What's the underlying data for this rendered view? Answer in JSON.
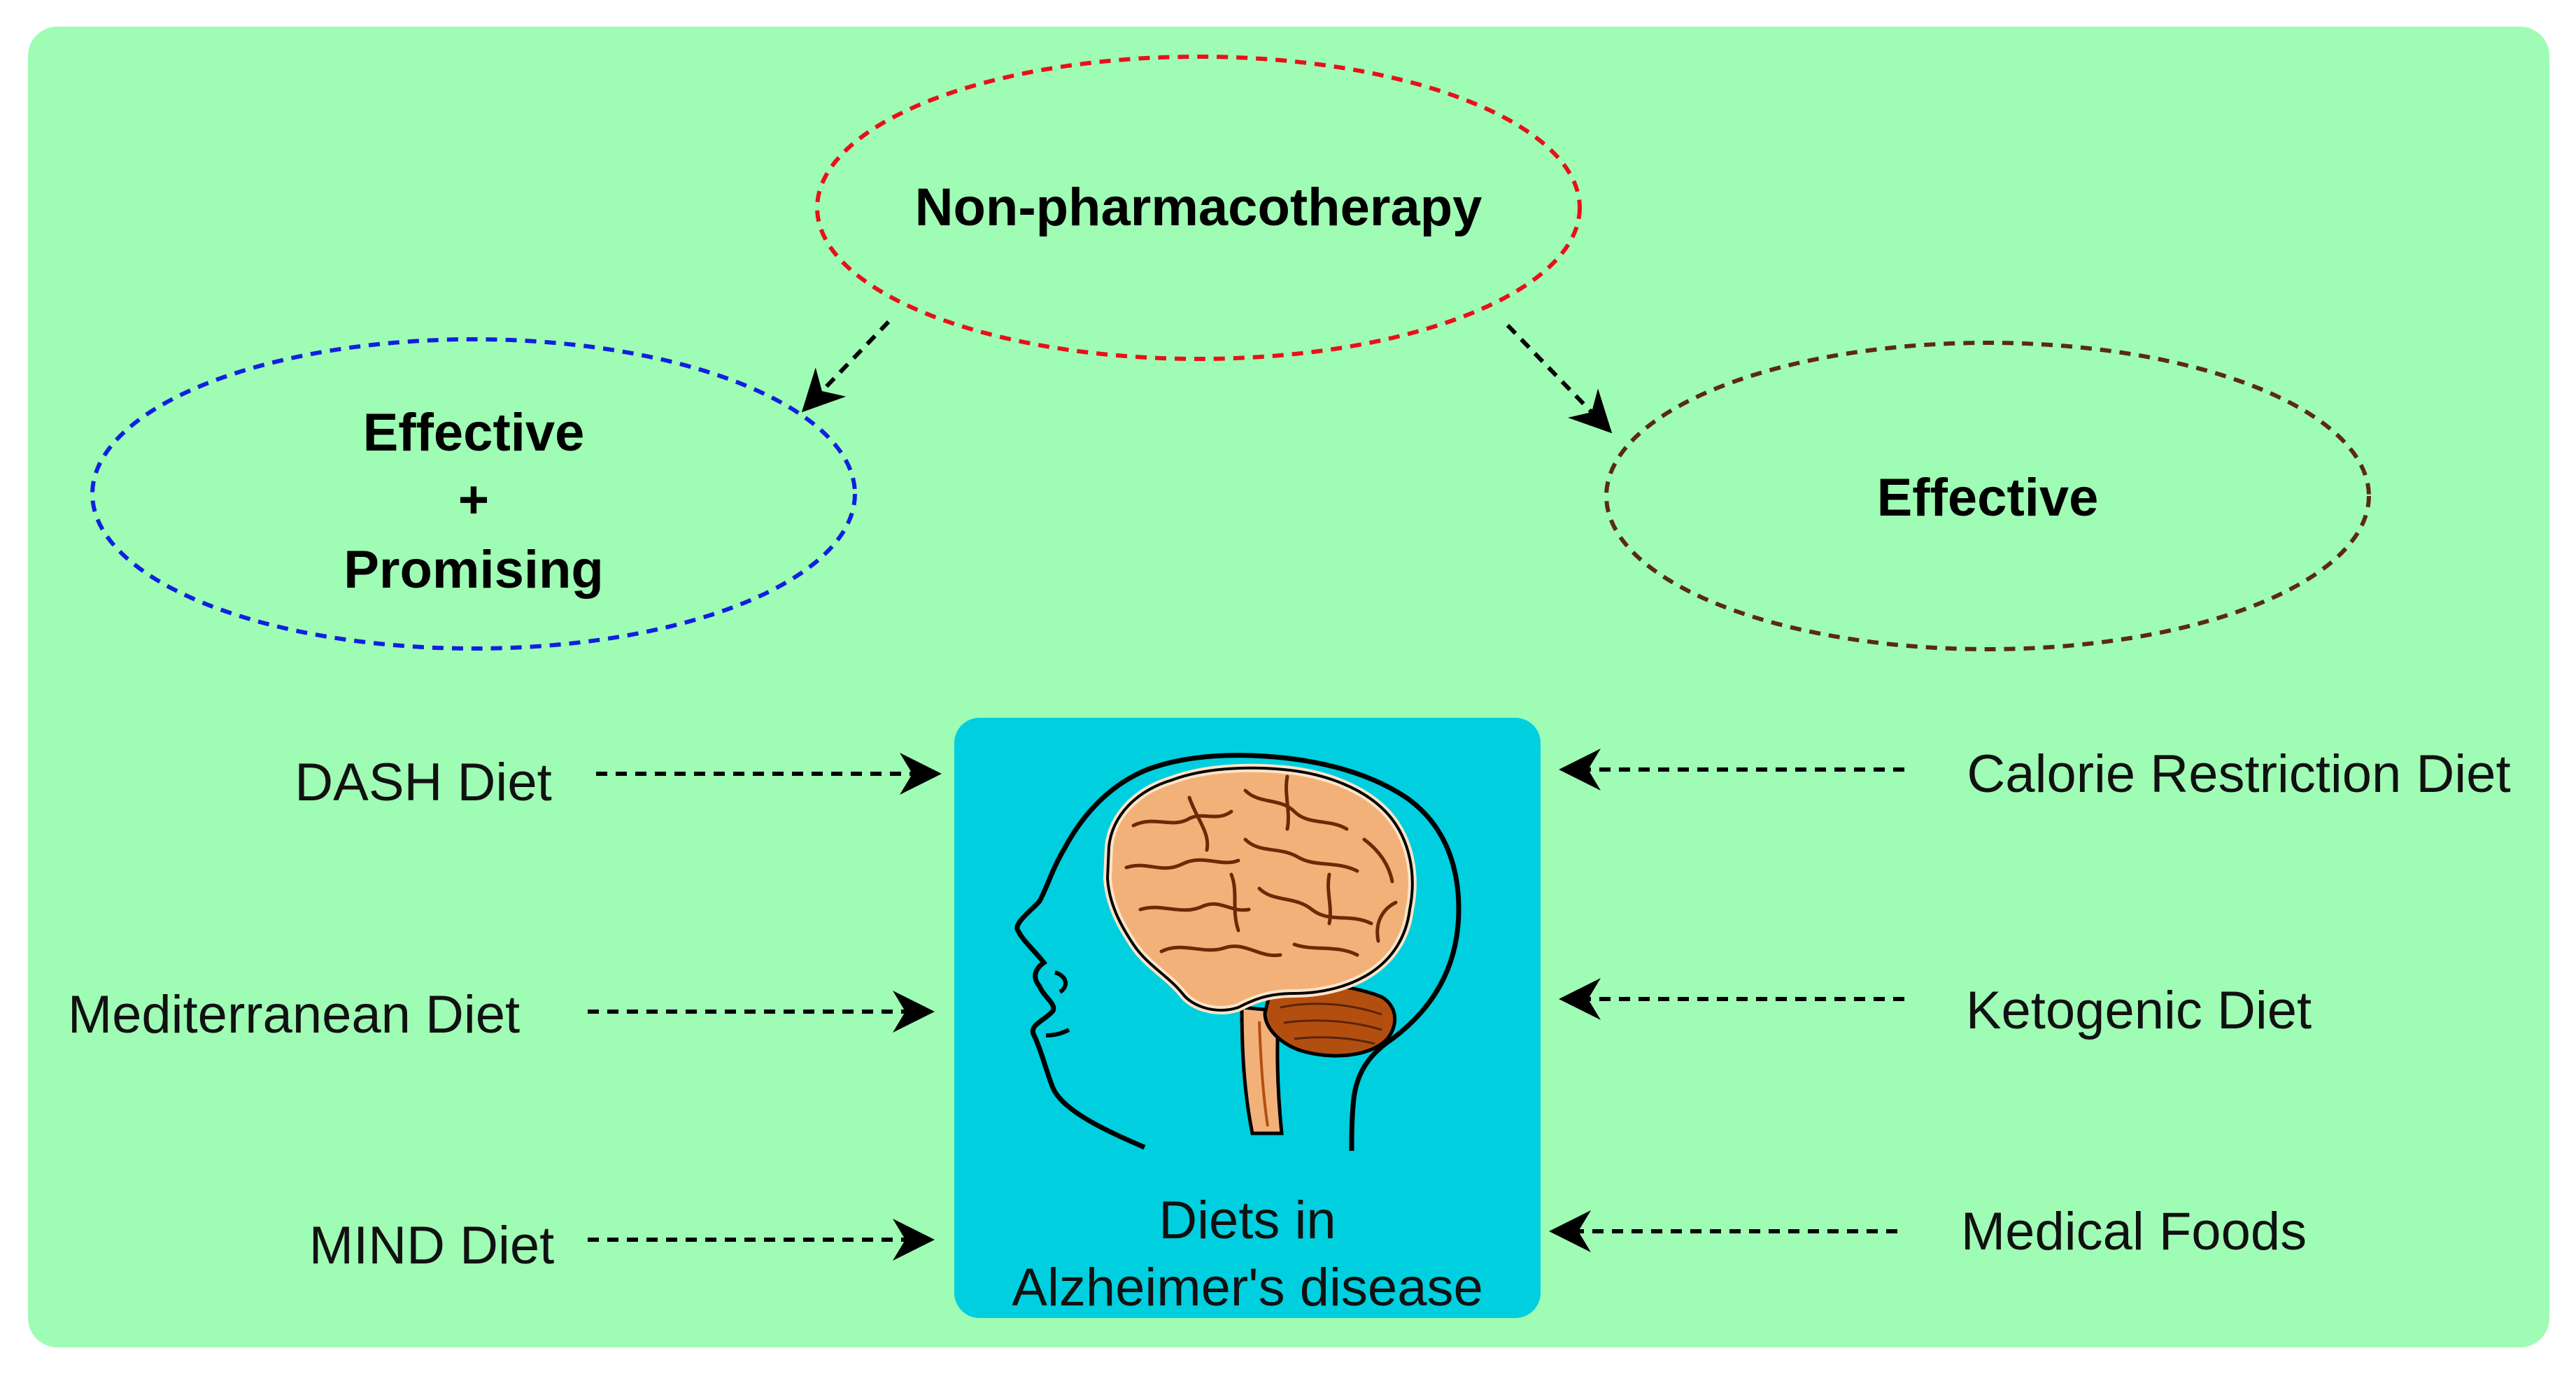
{
  "colors": {
    "background": "#9ffcb4",
    "center_box": "#00cfe0",
    "ellipse_top": "#e8101a",
    "ellipse_left": "#1020e0",
    "ellipse_right": "#5a2a12",
    "brain_fill": "#f3b17a",
    "brain_outline": "#fde4c8",
    "cerebellum": "#b24f10",
    "arrows": "#000000"
  },
  "top_node": {
    "label": "Non-pharmacotherapy"
  },
  "left_node": {
    "line1": "Effective",
    "line2": "+",
    "line3": "Promising"
  },
  "right_node": {
    "label": "Effective"
  },
  "center": {
    "icon": "head-brain-icon",
    "line1": "Diets in",
    "line2": "Alzheimer's disease"
  },
  "left_diets": [
    {
      "label": "DASH Diet"
    },
    {
      "label": "Mediterranean Diet"
    },
    {
      "label": "MIND Diet"
    }
  ],
  "right_diets": [
    {
      "label": "Calorie Restriction Diet"
    },
    {
      "label": "Ketogenic Diet"
    },
    {
      "label": "Medical Foods"
    }
  ]
}
